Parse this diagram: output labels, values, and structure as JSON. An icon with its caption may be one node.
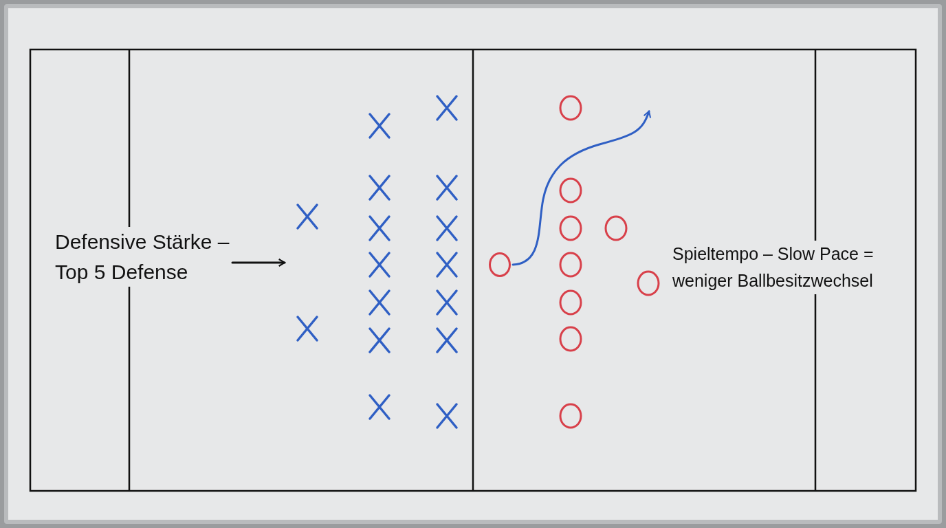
{
  "diagram": {
    "nodes": [
      {
        "text": [
          "Defensive Stärke – Top 5 Defense"
        ]
      },
      {
        "text": [],
        "shape": "circle"
      }
    ],
    "edges": [
      {
        "from": 0,
        "to": null,
        "arrow": "to",
        "color": "#111111"
      },
      {
        "from": 1,
        "to": null,
        "arrow": "to",
        "color": "#2f5fc4"
      }
    ],
    "labels": [
      "Spieltempo – Slow Pace = weniger Ballbesitzwechsel"
    ]
  }
}
